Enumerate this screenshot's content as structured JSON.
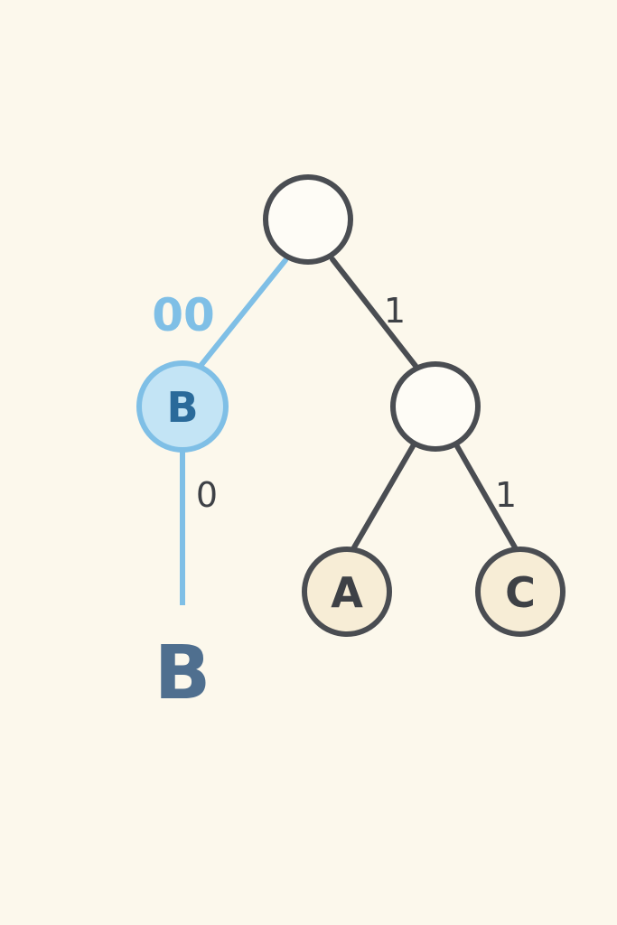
{
  "colors": {
    "background": "#fcf8ec",
    "edge": "#4a4d52",
    "highlight": "#7fbfe6",
    "highlight_fill": "#c3e4f5",
    "highlight_text": "#2a6a9a",
    "leaf_fill": "#f7edd6",
    "result_text": "#4f6f8f"
  },
  "tree": {
    "root": {
      "label": ""
    },
    "internal": {
      "label": ""
    },
    "leaf_b": {
      "label": "B"
    },
    "leaf_a": {
      "label": "A"
    },
    "leaf_c": {
      "label": "C"
    }
  },
  "edges": {
    "root_left_code": "00",
    "root_right_code": "1",
    "b_down_code": "0",
    "internal_right_code": "1"
  },
  "result": {
    "label": "B"
  }
}
